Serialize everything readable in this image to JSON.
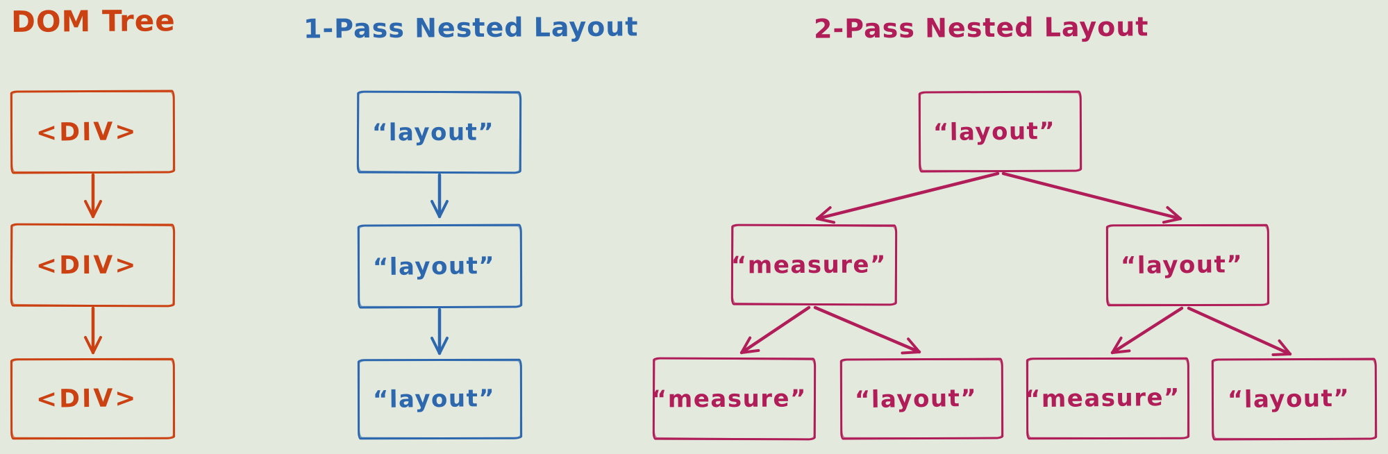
{
  "colors": {
    "dom_tree": "#cb4112",
    "one_pass": "#2d68ae",
    "two_pass": "#b01d58",
    "background": "#e3e9dd"
  },
  "dom_tree": {
    "title": "DOM Tree",
    "nodes": [
      "<DIV>",
      "<DIV>",
      "<DIV>"
    ]
  },
  "one_pass": {
    "title": "1-Pass Nested Layout",
    "nodes": [
      "“layout”",
      "“layout”",
      "“layout”"
    ]
  },
  "two_pass": {
    "title": "2-Pass Nested Layout",
    "root": "“layout”",
    "children": [
      "“measure”",
      "“layout”"
    ],
    "leaves": [
      "“measure”",
      "“layout”",
      "“measure”",
      "“layout”"
    ]
  }
}
